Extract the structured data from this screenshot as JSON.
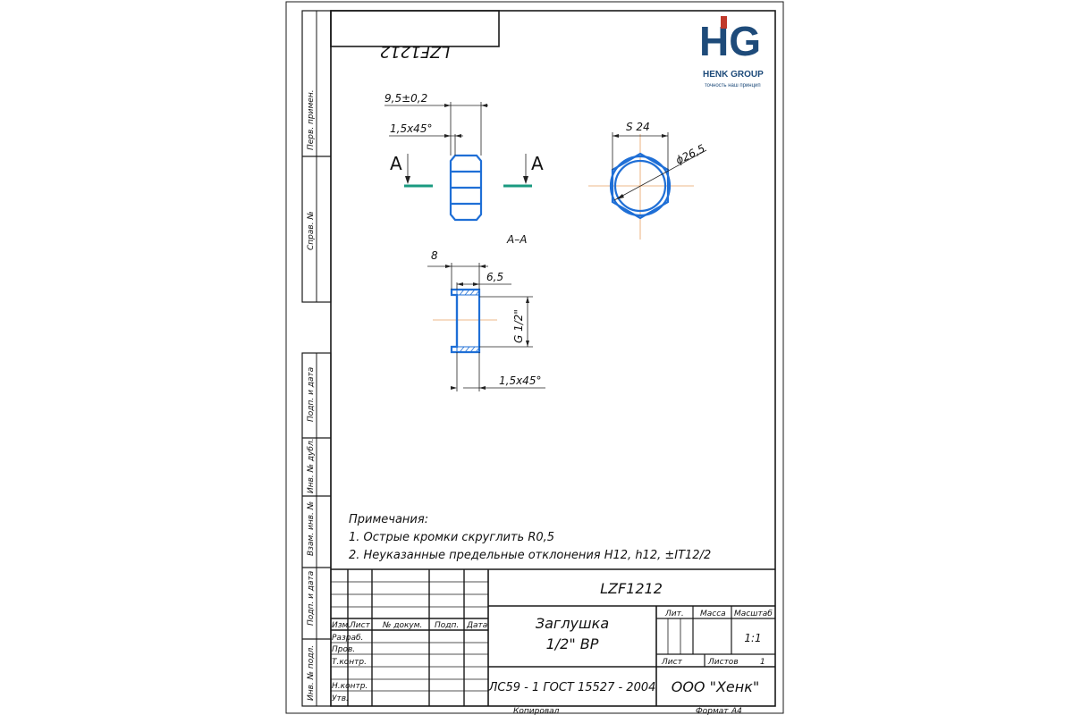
{
  "stamp_code_mirrored": "LZF1212",
  "logo": {
    "letters": "HG",
    "company": "HENK GROUP",
    "slogan": "точность наш принцип"
  },
  "side_labels": {
    "perv_primen": "Перв. примен.",
    "sprav_no": "Справ. №",
    "podp_data_1": "Подп. и дата",
    "inv_dubl": "Инв. № дубл.",
    "vzam_inv": "Взам. инв. №",
    "podp_data_2": "Подп. и дата",
    "inv_podl": "Инв. № подл."
  },
  "views": {
    "front": {
      "dim_width": "9,5±0,2",
      "dim_chamfer": "1,5х45°",
      "cut_left": "A",
      "cut_right": "A"
    },
    "side": {
      "dim_across_flats": "S 24",
      "dim_diameter": "ϕ26,5"
    },
    "section": {
      "title": "A–A",
      "dim_total": "8",
      "dim_inner": "6,5",
      "dim_thread": "G 1/2\"",
      "dim_chamfer": "1,5х45°"
    }
  },
  "notes": {
    "heading": "Примечания:",
    "line1": "1. Острые кромки скруглить R0,5",
    "line2": "2. Неуказанные предельные отклонения H12, h12, ±IT12/2"
  },
  "title_block": {
    "designation": "LZF1212",
    "headers": {
      "izm": "Изм.",
      "list": "Лист",
      "doc_no": "№ докум.",
      "podp": "Подп.",
      "data": "Дата"
    },
    "rows": {
      "razrab": "Разраб.",
      "prov": "Пров.",
      "tkontr": "Т.контр.",
      "nkontr": "Н.контр.",
      "utv": "Утв."
    },
    "name_line1": "Заглушка",
    "name_line2": "1/2\" ВР",
    "lit_label": "Лит.",
    "massa_label": "Масса",
    "masshtab_label": "Масштаб",
    "masshtab_value": "1:1",
    "list_label": "Лист",
    "listov_label": "Листов",
    "listov_value": "1",
    "material": "ЛС59 - 1 ГОСТ 15527 - 2004",
    "organization": "ООО \"Хенк\""
  },
  "footer": {
    "kopiroval": "Копировал",
    "format_label": "Формат",
    "format_value": "А4"
  },
  "colors": {
    "part_outline": "#1f6fd6",
    "cut_line": "#1a9a80",
    "axis": "#e8a060",
    "logo_dark": "#1e4b7a",
    "logo_accent": "#c0392b"
  }
}
